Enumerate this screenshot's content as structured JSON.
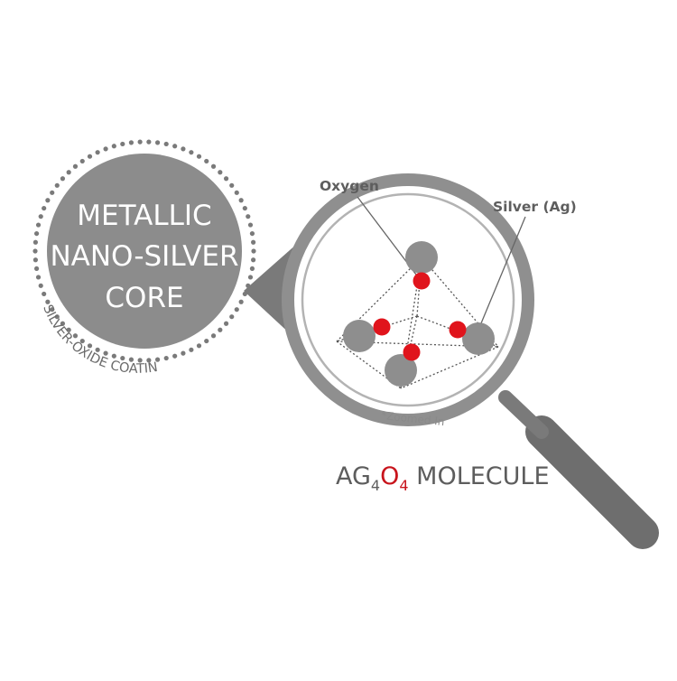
{
  "core": {
    "lines": [
      "METALLIC",
      "NANO-SILVER",
      "CORE"
    ],
    "coating_label": "SILVER-OXIDE COATING"
  },
  "labels": {
    "oxygen": "Oxygen",
    "silver": "Silver (Ag)",
    "zoom_note": "*Zoomed In"
  },
  "formula": {
    "ag": "AG",
    "ag_sub": "4",
    "o": "O",
    "o_sub": "4",
    "suffix": " MOLECULE"
  },
  "colors": {
    "core_fill": "#8c8c8c",
    "dots": "#7a7a7a",
    "lens_ring": "#8f8f8f",
    "handle": "#6e6e6e",
    "silver_atom": "#8e8e8e",
    "oxygen_atom": "#e0141c",
    "formula_text": "#5d5d5d",
    "formula_oxygen": "#c8141c"
  }
}
